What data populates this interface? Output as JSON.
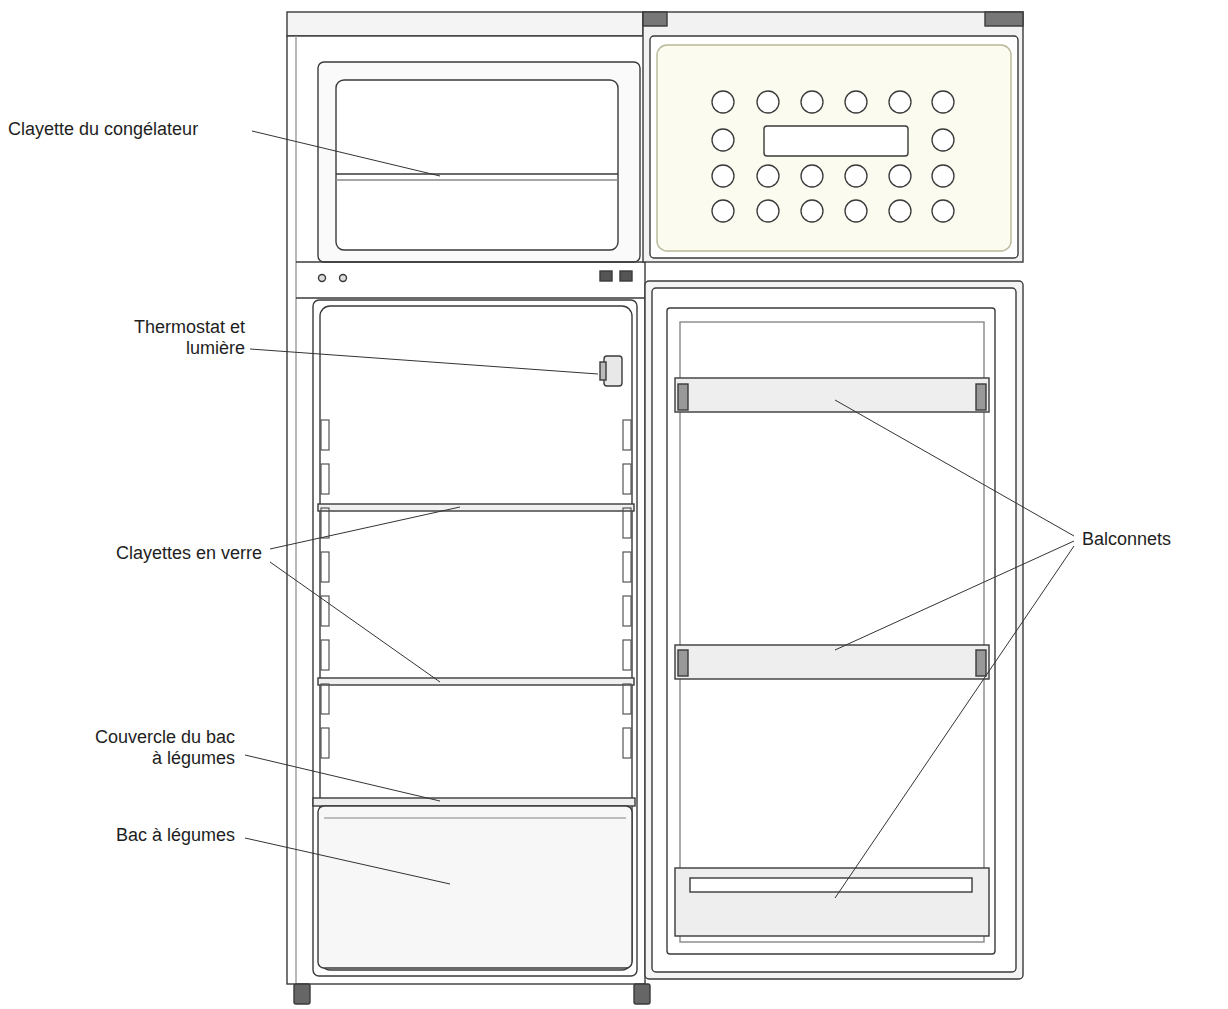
{
  "diagram": {
    "labels": [
      "Clayette du congélateur",
      "Thermostat et lumière",
      "Clayettes en verre",
      "Couvercle du bac à légumes",
      "Bac à légumes",
      "Balconnets"
    ]
  }
}
